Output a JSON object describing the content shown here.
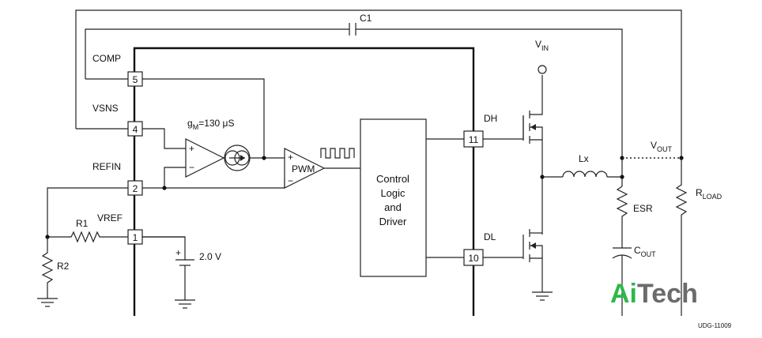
{
  "diagram": {
    "labels": {
      "c1": "C1",
      "comp": "COMP",
      "vsns": "VSNS",
      "refin": "REFIN",
      "vref": "VREF",
      "r1": "R1",
      "r2": "R2",
      "gm_main": "g",
      "gm_sub": "M",
      "gm_value": "=130 μS",
      "pwm": "PWM",
      "vref_voltage": "2.0 V",
      "control_line1": "Control",
      "control_line2": "Logic",
      "control_line3": "and",
      "control_line4": "Driver",
      "dh": "DH",
      "dl": "DL",
      "vin_main": "V",
      "vin_sub": "IN",
      "lx": "Lx",
      "vout_main": "V",
      "vout_sub": "OUT",
      "esr": "ESR",
      "cout_main": "C",
      "cout_sub": "OUT",
      "rload_main": "R",
      "rload_sub": "LOAD",
      "plus": "+",
      "minus": "−",
      "figure_id": "UDG-11009"
    },
    "pins": [
      "5",
      "4",
      "2",
      "1",
      "11",
      "10"
    ],
    "watermark": {
      "part1": "Ai",
      "part2": "Tech",
      "color1": "#2db84b",
      "color2": "#6b6b6b"
    }
  }
}
